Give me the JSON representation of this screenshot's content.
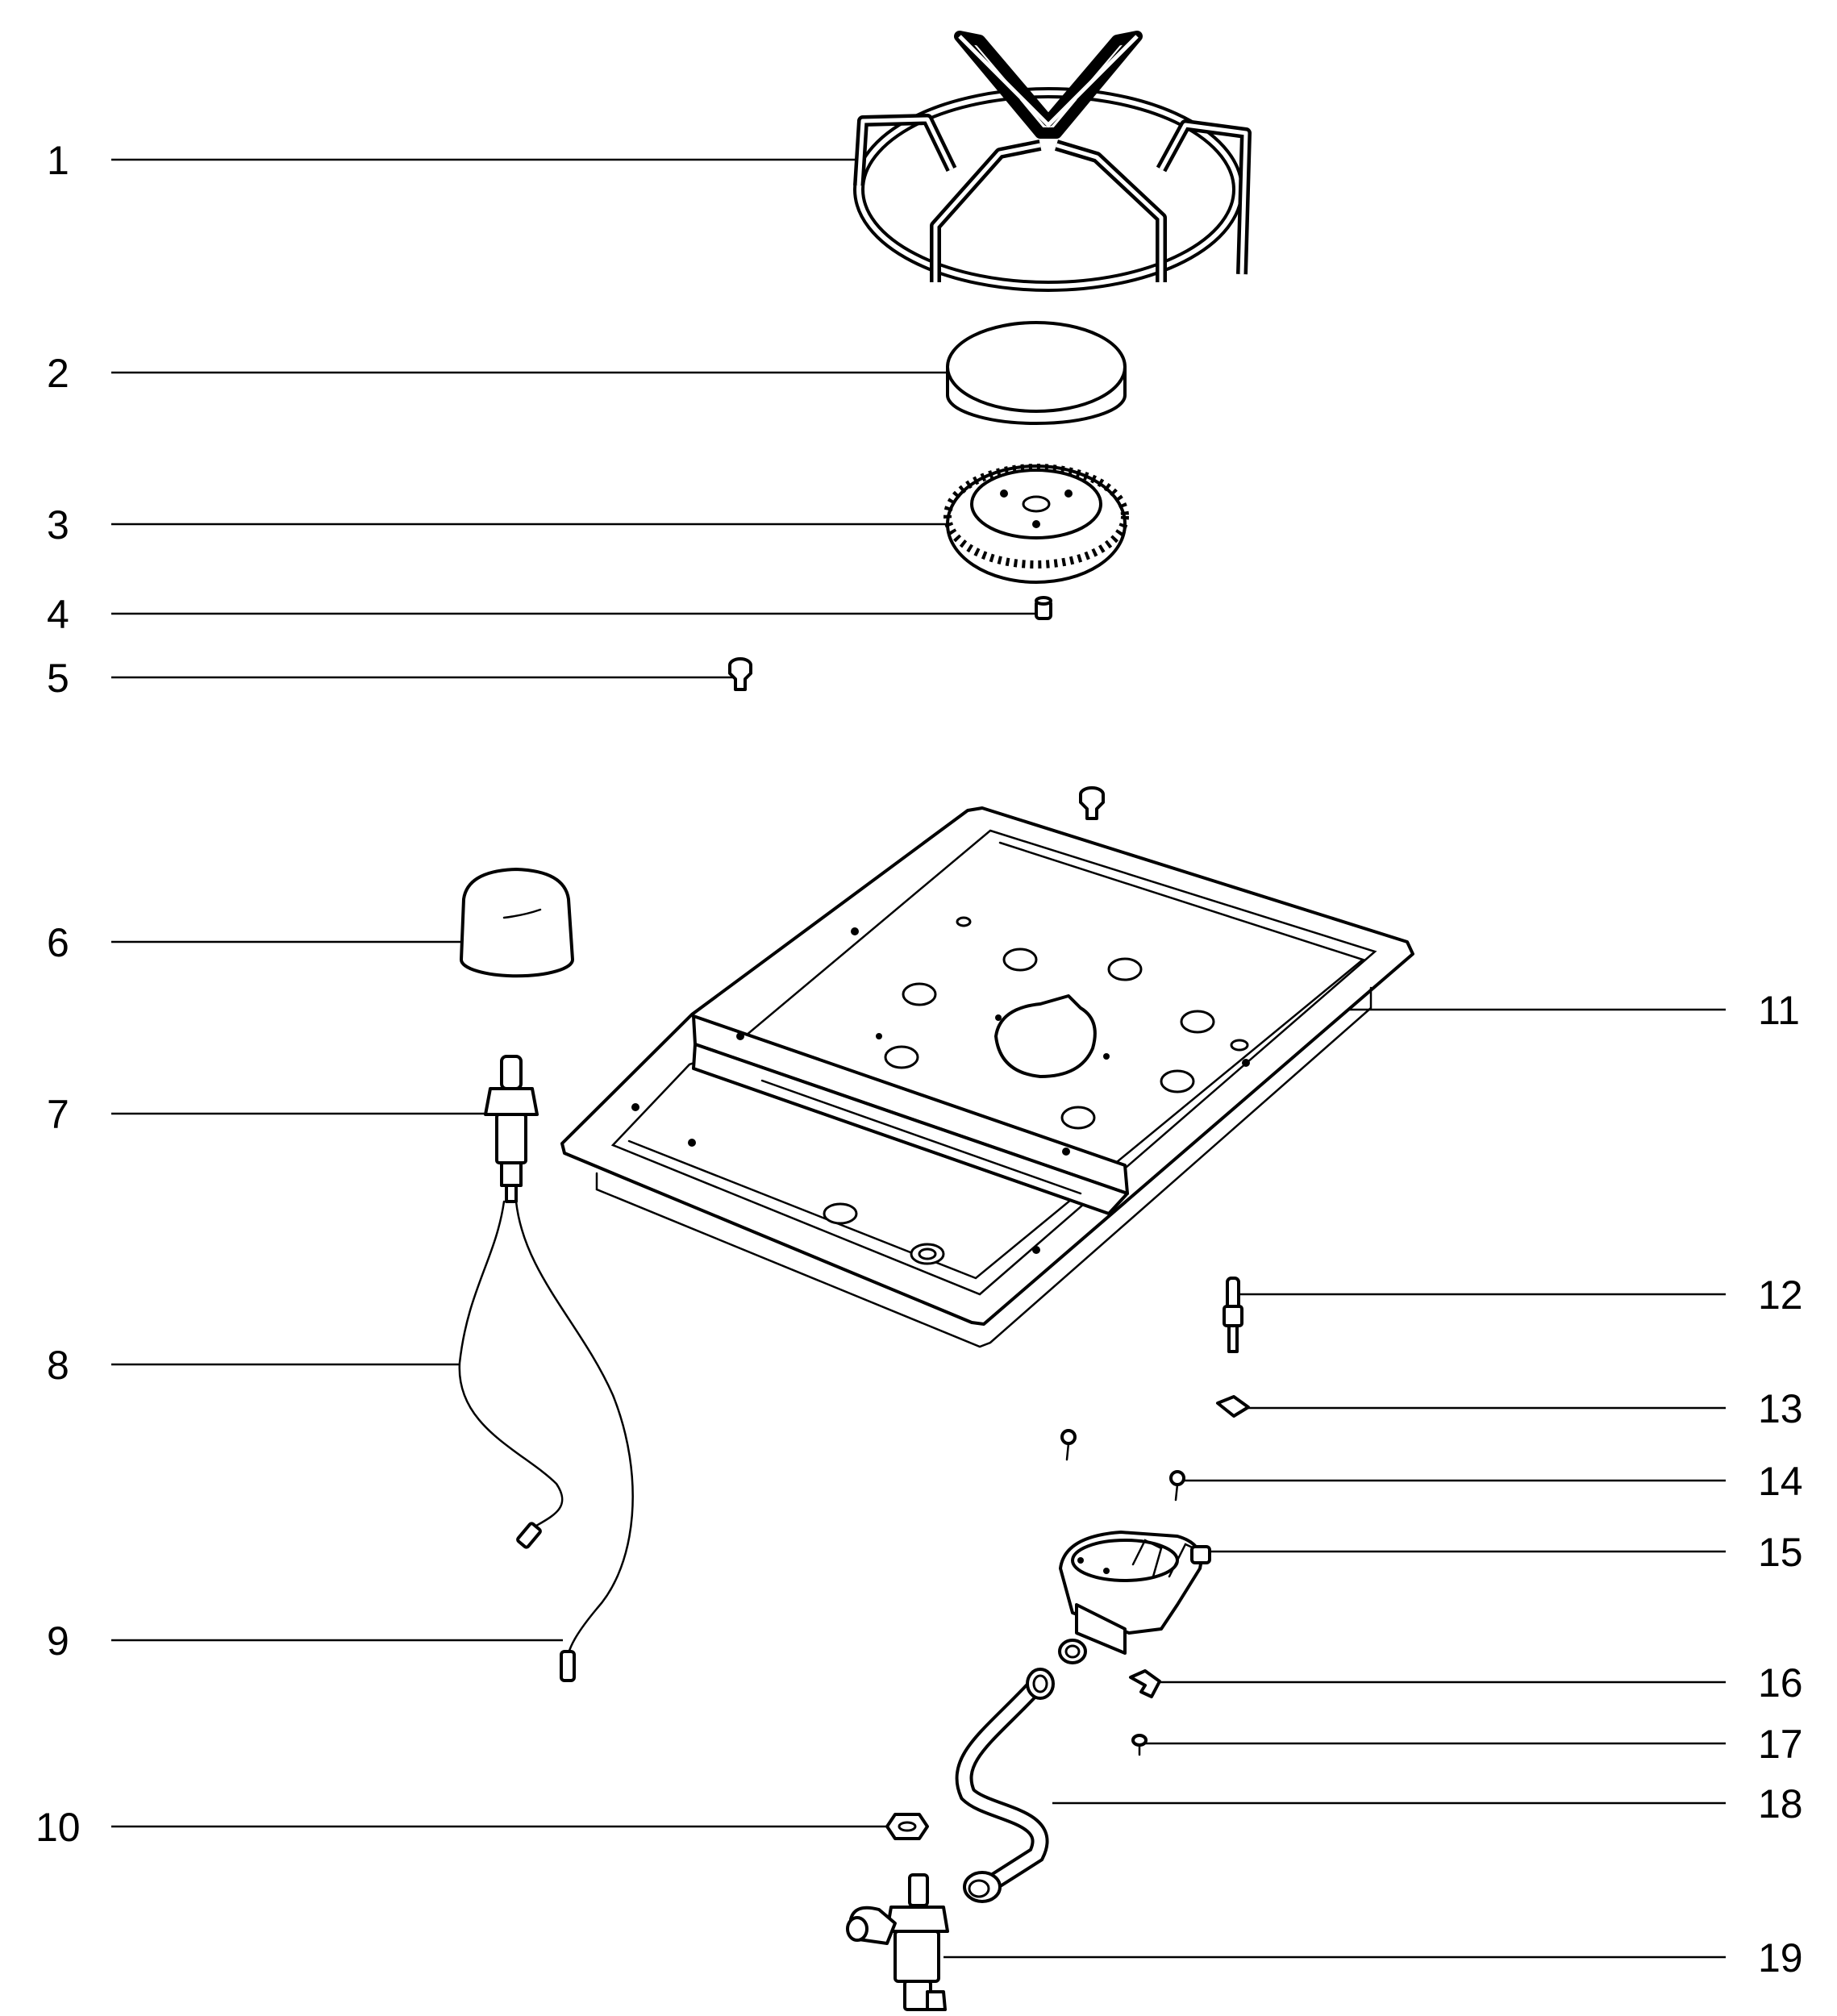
{
  "callouts": [
    {
      "id": "1"
    },
    {
      "id": "2"
    },
    {
      "id": "3"
    },
    {
      "id": "4"
    },
    {
      "id": "5"
    },
    {
      "id": "6"
    },
    {
      "id": "7"
    },
    {
      "id": "8"
    },
    {
      "id": "9"
    },
    {
      "id": "10"
    },
    {
      "id": "11"
    },
    {
      "id": "12"
    },
    {
      "id": "13"
    },
    {
      "id": "14"
    },
    {
      "id": "15"
    },
    {
      "id": "16"
    },
    {
      "id": "17"
    },
    {
      "id": "18"
    },
    {
      "id": "19"
    }
  ]
}
